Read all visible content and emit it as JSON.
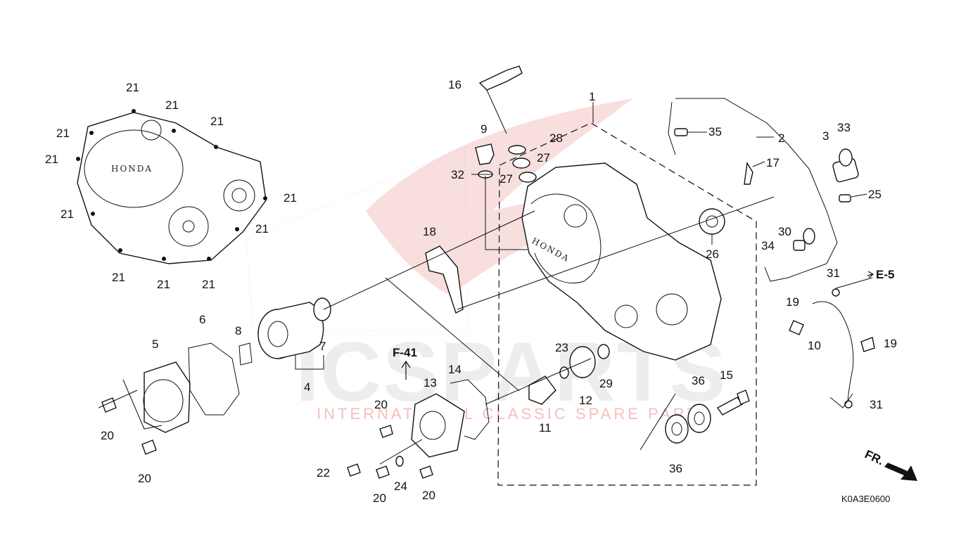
{
  "diagram": {
    "drawing_code": "K0A3E0600",
    "reference_labels": {
      "f41": "F-41",
      "e5": "E-5"
    },
    "direction_label": "FR.",
    "cover_brand": "HONDA",
    "watermark": {
      "main": "ICSPARTS",
      "sub": "INTERNATIONAL CLASSIC SPARE PARTS"
    },
    "colors": {
      "watermark_red": "#e04848",
      "line": "#111111"
    }
  },
  "callouts": [
    "1",
    "2",
    "3",
    "33",
    "35",
    "25",
    "30",
    "34",
    "26",
    "17",
    "28",
    "27",
    "27",
    "9",
    "32",
    "16",
    "18",
    "21",
    "21",
    "21",
    "21",
    "21",
    "21",
    "21",
    "21",
    "21",
    "21",
    "21",
    "21",
    "5",
    "6",
    "8",
    "7",
    "4",
    "20",
    "20",
    "23",
    "29",
    "12",
    "11",
    "13",
    "14",
    "20",
    "22",
    "24",
    "20",
    "20",
    "36",
    "15",
    "36",
    "31",
    "19",
    "10",
    "19",
    "31"
  ]
}
